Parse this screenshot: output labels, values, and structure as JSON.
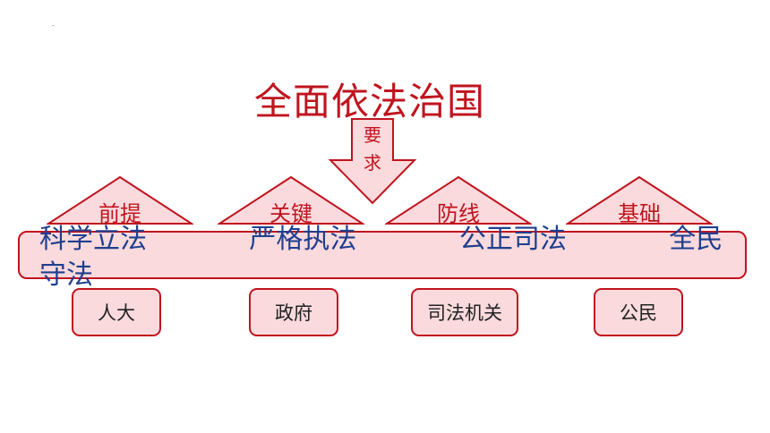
{
  "title": "全面依法治国",
  "arrow_label": "要求",
  "pillars": [
    {
      "label": "前提"
    },
    {
      "label": "关键"
    },
    {
      "label": "防线"
    },
    {
      "label": "基础"
    }
  ],
  "band_text": "科学立法            严格执法            公正司法            全民守法",
  "subjects": [
    "人大",
    "政府",
    "司法机关",
    "公民"
  ],
  "colors": {
    "accent": "#c0141e",
    "fill": "#fadadd",
    "band_text": "#1f3f8f"
  }
}
